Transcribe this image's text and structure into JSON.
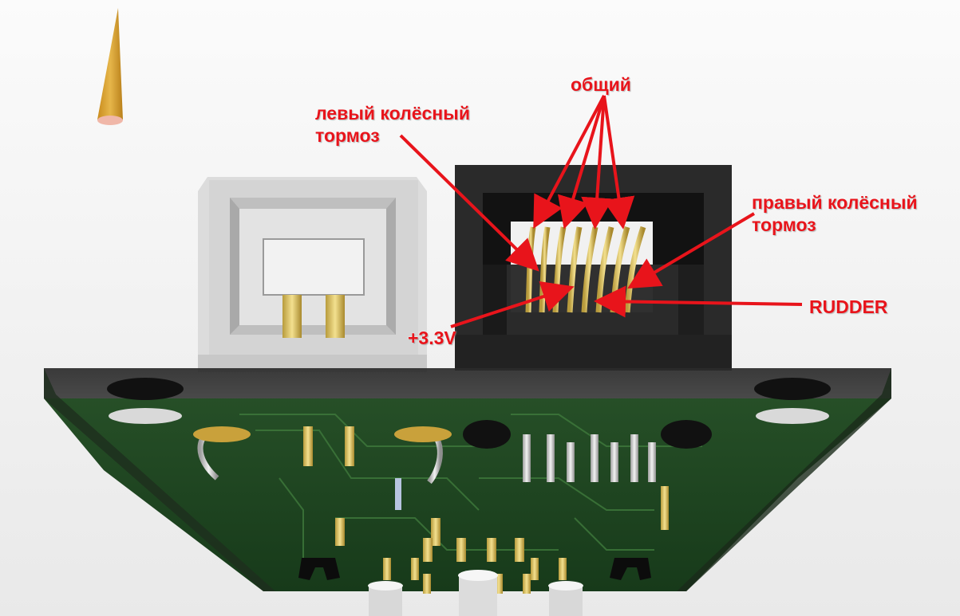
{
  "labels": {
    "common": "общий",
    "left_brake_line1": "левый колёсный",
    "left_brake_line2": "тормоз",
    "right_brake_line1": "правый колёсный",
    "right_brake_line2": "тормоз",
    "rudder": "RUDDER",
    "power": "+3.3V"
  },
  "colors": {
    "annotation": "#e8141b",
    "pcb": "#1f4a22",
    "usb_connector": "#d6d6d6",
    "rj_connector": "#2b2b2b",
    "pin_gold": "#d9c46a"
  }
}
